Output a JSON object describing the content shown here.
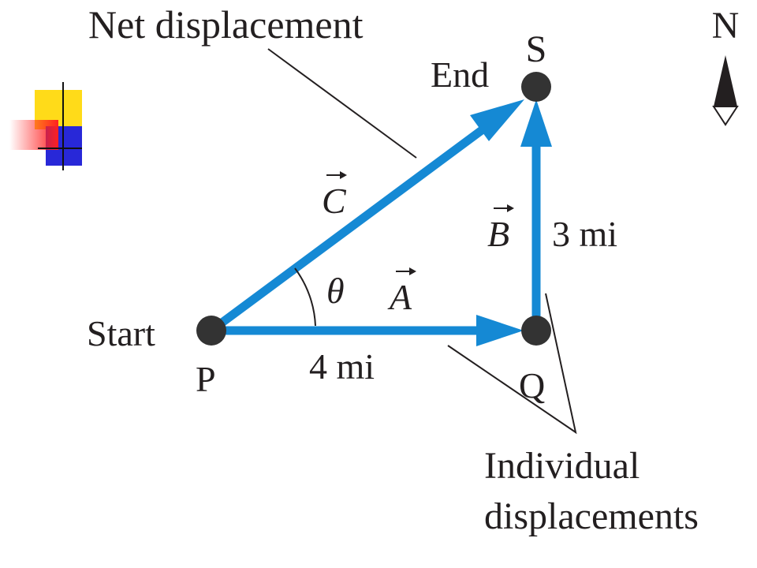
{
  "labels": {
    "net_displacement": "Net displacement",
    "individual_line1": "Individual",
    "individual_line2": "displacements",
    "start": "Start",
    "end": "End",
    "point_p": "P",
    "point_q": "Q",
    "point_s": "S",
    "north": "N"
  },
  "vectors": {
    "a": {
      "symbol": "A",
      "length_label": "4 mi"
    },
    "b": {
      "symbol": "B",
      "length_label": "3 mi"
    },
    "c": {
      "symbol": "C"
    }
  },
  "angle": {
    "symbol": "θ"
  },
  "colors": {
    "vector": "#1589d4",
    "ink": "#231f20",
    "point": "#333333",
    "logo_yellow": "#ffd700",
    "logo_red": "#ff2020",
    "logo_blue": "#2828d8"
  }
}
